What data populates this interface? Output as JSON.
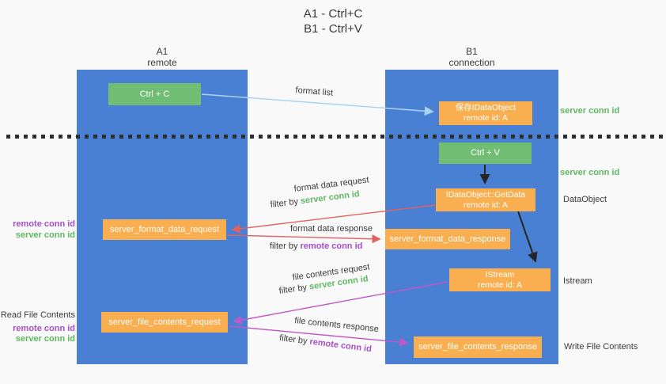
{
  "title": {
    "line1": "A1 - Ctrl+C",
    "line2": "B1 - Ctrl+V"
  },
  "columns": {
    "left": {
      "name": "A1",
      "subtitle": "remote"
    },
    "right": {
      "name": "B1",
      "subtitle": "connection"
    }
  },
  "boxes": {
    "ctrl_c": {
      "label": "Ctrl + C"
    },
    "save_idataobject": {
      "line1": "保存IDataObject",
      "line2": "remote id: A"
    },
    "ctrl_v": {
      "label": "Ctrl + V"
    },
    "getdata": {
      "line1": "IDataObject::GetData",
      "line2": "remote id: A"
    },
    "format_request": {
      "label": "server_format_data_request"
    },
    "format_response": {
      "label": "server_format_data_response"
    },
    "istream": {
      "line1": "IStream",
      "line2": "remote id: A"
    },
    "file_request": {
      "label": "server_file_contents_request"
    },
    "file_response": {
      "label": "server_file_contents_response"
    }
  },
  "annotations": {
    "format_list": "format list",
    "format_data_request": "format data request",
    "format_data_response": "format data response",
    "file_contents_request": "file contents request",
    "file_contents_response": "file contents response",
    "filter_by": "filter by ",
    "server_conn_id": "server conn id",
    "remote_conn_id": "remote conn id"
  },
  "left_labels": {
    "remote_conn_id": "remote conn id",
    "server_conn_id": "server conn id",
    "read_file_contents": "Read File Contents"
  },
  "right_labels": {
    "server_conn_id_top": "server conn id",
    "server_conn_id_mid": "server conn id",
    "data_object": "DataObject",
    "istream": "Istream",
    "write_file_contents": "Write File Contents"
  },
  "colors": {
    "lifeline_blue": "#4a80d4",
    "box_orange": "#f9ae4f",
    "box_green": "#71bd73",
    "arrow_light_blue": "#a9d3f0",
    "arrow_red": "#e2625f",
    "arrow_magenta": "#c058c8",
    "arrow_black": "#262626",
    "text_green": "#5eb863",
    "text_purple": "#a64fc6"
  }
}
